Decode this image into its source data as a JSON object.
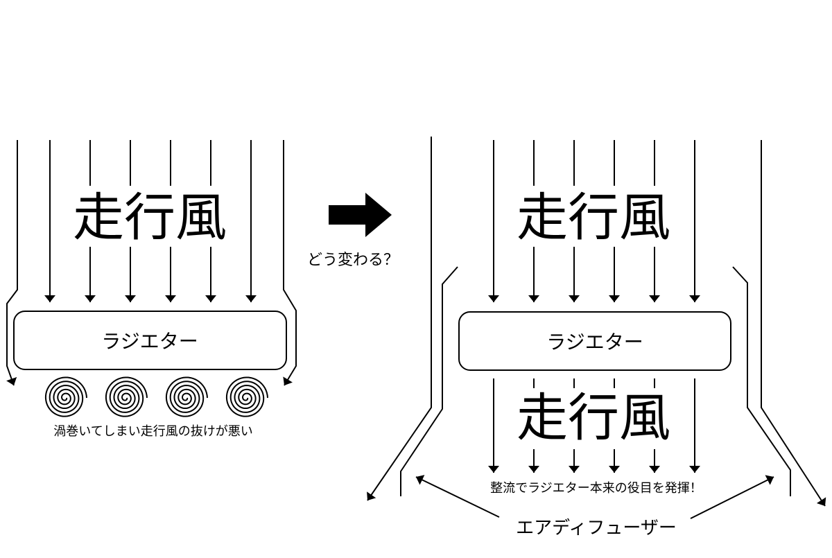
{
  "left": {
    "wind_label": "走行風",
    "radiator_label": "ラジエター",
    "caption": "渦巻いてしまい走行風の抜けが悪い",
    "vortex_count": 4
  },
  "transition": {
    "question": "どう変わる？"
  },
  "right": {
    "wind_label_top": "走行風",
    "radiator_label": "ラジエター",
    "wind_label_bottom": "走行風",
    "caption": "整流でラジエター本来の役目を発揮！",
    "diffuser_label": "エアディフューザー"
  },
  "colors": {
    "line": "#000000",
    "background": "#ffffff"
  }
}
